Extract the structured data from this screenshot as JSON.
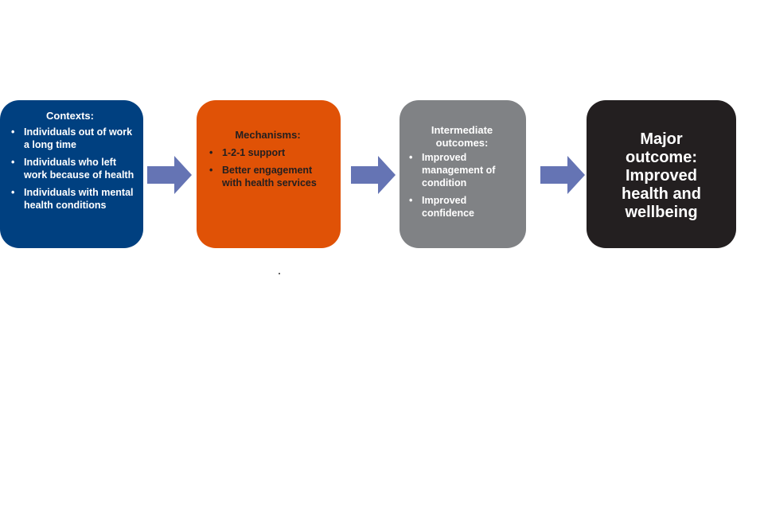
{
  "colors": {
    "contexts": "#004080",
    "mechanisms": "#e05206",
    "intermediate": "#808285",
    "major": "#231f20",
    "arrow": "#6574b4"
  },
  "contexts": {
    "title": "Contexts:",
    "items": [
      "Individuals out of work a long time",
      "Individuals who left work because of health",
      "Individuals with mental health conditions"
    ]
  },
  "mechanisms": {
    "title": "Mechanisms:",
    "items": [
      "1-2-1 support",
      "Better engagement with health services"
    ]
  },
  "intermediate": {
    "title": "Intermediate outcomes:",
    "items": [
      "Improved management of condition",
      "Improved confidence"
    ]
  },
  "major": {
    "title": "Major outcome: Improved health and wellbeing"
  },
  "bullet": "•"
}
